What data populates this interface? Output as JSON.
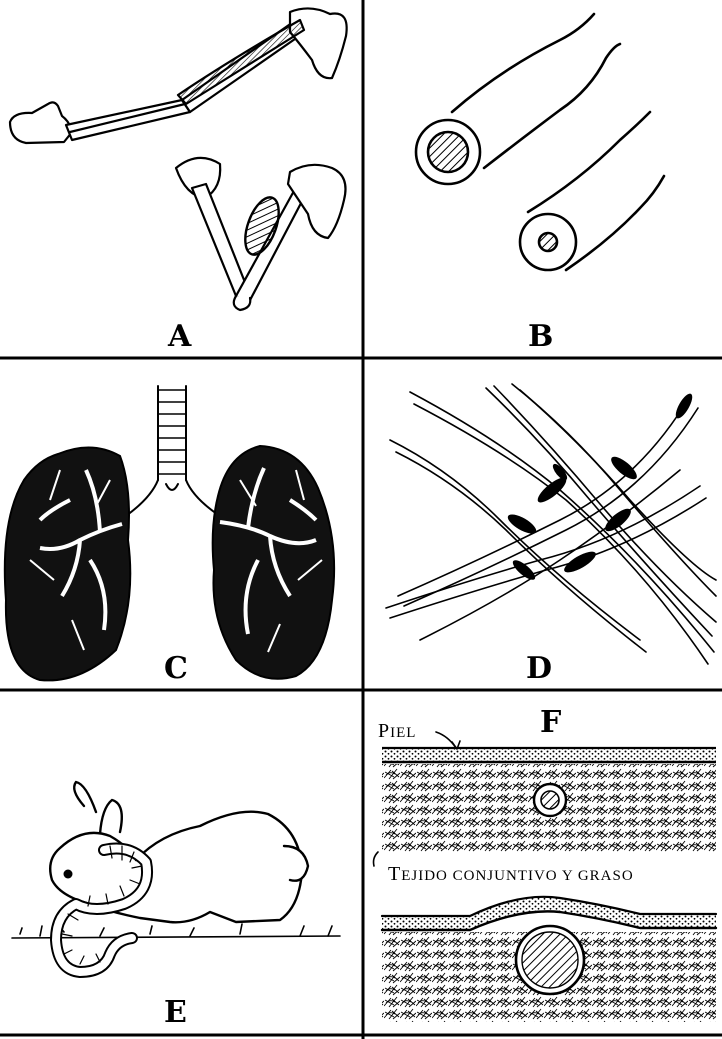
{
  "panels": {
    "a": {
      "letter": "A"
    },
    "b": {
      "letter": "B"
    },
    "c": {
      "letter": "C"
    },
    "d": {
      "letter": "D"
    },
    "e": {
      "letter": "E"
    },
    "f": {
      "letter": "F",
      "labels": {
        "piel_initial": "P",
        "piel_rest": "IEL",
        "tissue_initial": "T",
        "tissue_rest": "EJIDO CONJUNTIVO Y GRASO"
      }
    }
  }
}
